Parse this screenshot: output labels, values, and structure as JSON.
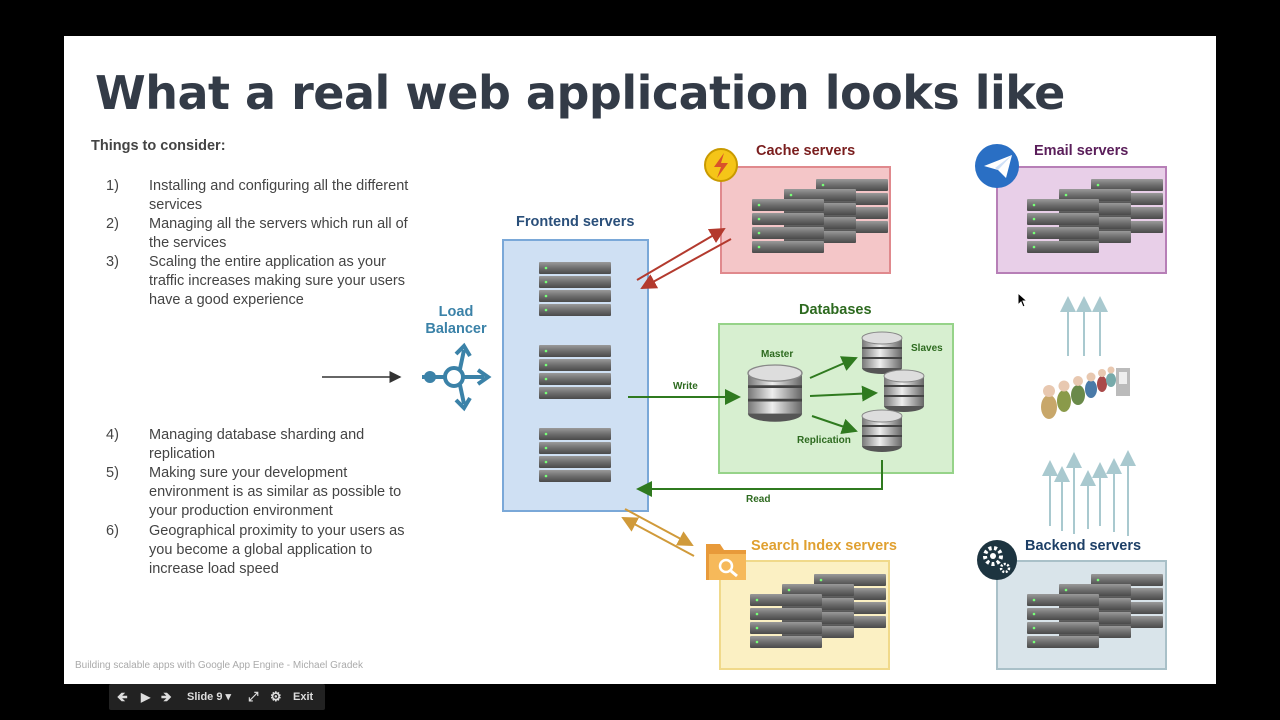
{
  "slide": {
    "title": "What a real web application looks like",
    "consider_heading": "Things to consider:",
    "items": [
      {
        "num": "1)",
        "text": "Installing and configuring all the different services"
      },
      {
        "num": "2)",
        "text": "Managing all the servers which run all of the services"
      },
      {
        "num": "3)",
        "text": "Scaling the entire application as your traffic increases making sure your users have a good experience"
      },
      {
        "num": "4)",
        "text": "Managing database sharding and replication"
      },
      {
        "num": "5)",
        "text": "Making sure your development environment is as similar as possible to your production environment"
      },
      {
        "num": "6)",
        "text": "Geographical proximity to your users as you become a global application to increase load speed"
      }
    ],
    "footer": "Building scalable apps with Google App Engine - Michael Gradek"
  },
  "diagram": {
    "load_balancer": "Load Balancer",
    "frontend": "Frontend servers",
    "cache": "Cache servers",
    "email": "Email servers",
    "databases": "Databases",
    "master": "Master",
    "slaves": "Slaves",
    "replication": "Replication",
    "write": "Write",
    "read": "Read",
    "search": "Search Index servers",
    "backend": "Backend servers"
  },
  "controls": {
    "slide_label": "Slide 9",
    "exit_label": "Exit"
  },
  "colors": {
    "title": "#333b47",
    "frontend_blue": "#4a86c5",
    "cache_red": "#d9534f",
    "db_green": "#3a8a2a",
    "search_orange": "#e0a030",
    "email_purple": "#a066a0",
    "backend_grey": "#9fb6c0",
    "arrow_lightblue": "#a9c9cf"
  }
}
